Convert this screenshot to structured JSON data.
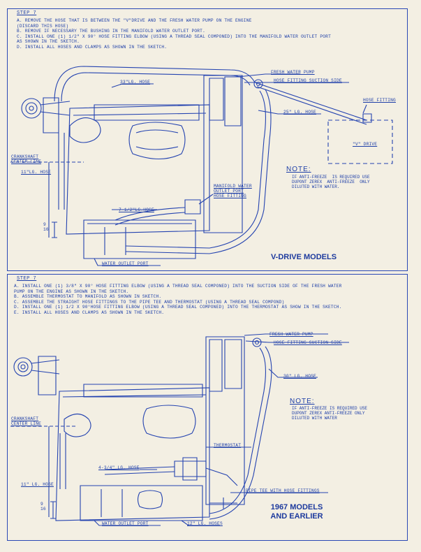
{
  "section1": {
    "step": "STEP 7",
    "instructions": [
      "A.  REMOVE  THE HOSE THAT IS BETWEEN  THE \"V\"DRIVE  AND THE FRESH  WATER  PUMP ON THE ENGINE",
      "      (DISCARD THIS HOSE)",
      "B.  REMOVE  IF NECESSARY THE BUSHING IN THE MANIFOLD WATER OUTLET PORT.",
      "C.  INSTALL ONE (1) 1/2\" X 90° HOSE FITTING ELBOW  (USING A THREAD SEAL COMPONED) INTO  THE  MANIFOLD WATER OUTLET PORT",
      "      AS SHOWN IN THE SKETCH.",
      "D.  INSTALL  ALL HOSES AND CLAMPS  AS SHOWN  IN THE  SKETCH."
    ],
    "labels": {
      "hose_33": "33\"LG. HOSE",
      "fresh_water_pump": "FRESH WATER PUMP",
      "hose_fitting_suction": "HOSE FITTING SUCTION SIDE",
      "hose_fitting": "HOSE FITTING",
      "hose_25": "25\" LG. HOSE",
      "crankshaft": "CRANKSHAFT\nCENTER LINE",
      "hose_11": "11\"LG. HOSE",
      "v_drive": "\"V\" DRIVE",
      "manifold": "MANIFOLD WATER\nOUTLET PORT\nHOSE FITTING",
      "hose_7": "7-1/2\"LG.HOSE",
      "dim": "9\n16",
      "water_outlet": "WATER OUTLET PORT"
    },
    "note_title": "NOTE:",
    "note_text": "IF ANTI-FREEZE  IS REQUIRED USE\nDUPONT ZEREX  ANTI-FREEZE  ONLY\nDILUTED WITH WATER.",
    "model": "V-DRIVE MODELS"
  },
  "section2": {
    "step": "STEP 7",
    "instructions": [
      "A.  INSTALL  ONE (1) 3/8\" X 90° HOSE  FITTING  ELBOW  (USING  A THREAD  SEAL COMPONED)  INTO  THE  SUCTION  SIDE  OF  THE  FRESH WATER",
      "      PUMP  ON  THE  ENGINE  AS  SHOWN  IN  THE  SKETCH.",
      "B.  ASSEMBLE  THERMOSTAT  TO  MANIFOLD  AS SHOWN  IN  SKETCH.",
      "C.  ASSEMBLE  THE STRAIGHT HOSE FITTINGS TO  THE PIPE TEE AND THERMOSTAT (USING A THREAD SEAL COMPOND)",
      "D.  INSTALL  ONE (1) 1/2 X 90°HOSE FITTING  ELBOW  (USING  A THREAD  SEAL  COMPONED)  INTO  THE  THERMOSTAT AS  SHOW  IN  THE SKETCH.",
      "E.  INSTALL  ALL  HOSES  AND  CLAMPS  AS  SHOWN  IN  THE  SKETCH."
    ],
    "labels": {
      "fresh_water_pump": "FRESH WATER PUMP",
      "hose_fitting_suction": "HOSE FITTING SUCTION SIDE",
      "hose_30": "30\" LG. HOSE",
      "crankshaft": "CRANKSHAFT\nCENTER LINE",
      "thermostat": "THERMOSTAT",
      "hose_4": "4-3/4\" LG. HOSE",
      "hose_11": "11\" LG. HOSE",
      "dim": "9\n16",
      "pipe_tee": "PIPE TEE WITH HOSE FITTINGS",
      "water_outlet": "WATER  OUTLET  PORT",
      "hoses_12": "12\" LG. HOSES"
    },
    "note_title": "NOTE:",
    "note_text": "IF ANTI-FREEZE IS REQUIRED USE\nDUPONT ZEREX ANTI-FREEZE ONLY\nDILUTED WITH WATER",
    "model": "1967 MODELS\nAND EARLIER"
  }
}
